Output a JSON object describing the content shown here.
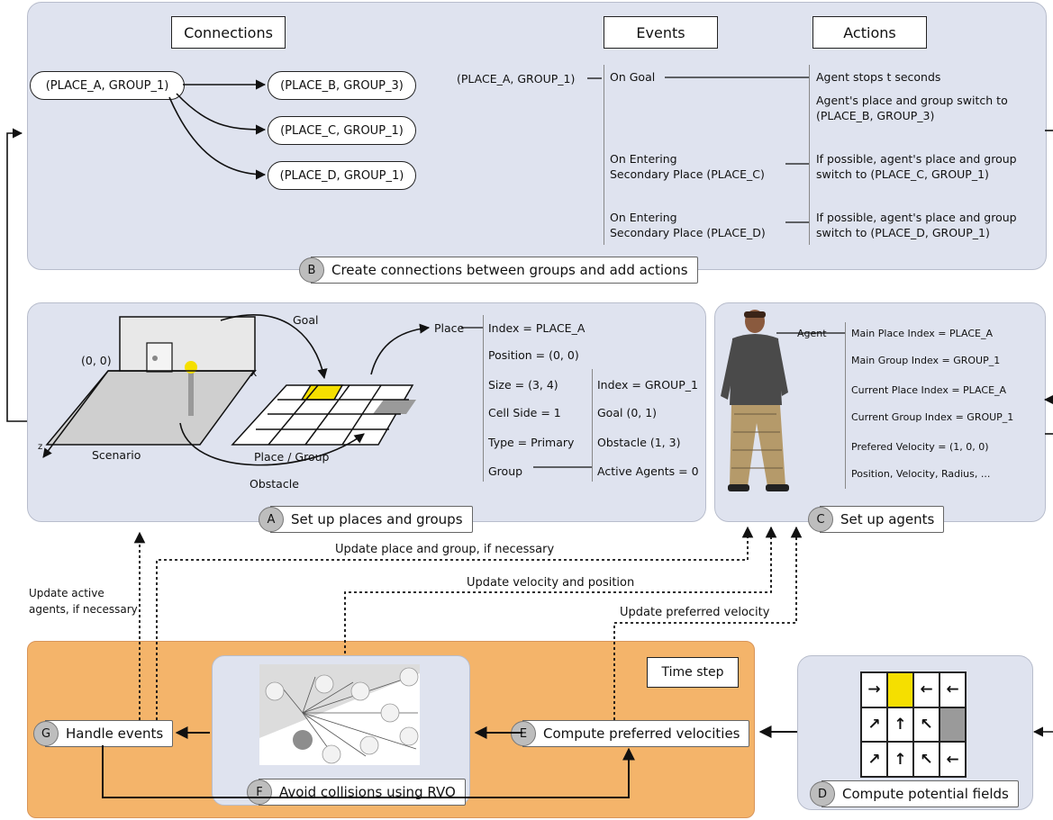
{
  "panel_b": {
    "headers": {
      "connections": "Connections",
      "events": "Events",
      "actions": "Actions"
    },
    "nodes": {
      "a": "(PLACE_A, GROUP_1)",
      "b": "(PLACE_B, GROUP_3)",
      "c": "(PLACE_C, GROUP_1)",
      "d": "(PLACE_D, GROUP_1)"
    },
    "event_source": "(PLACE_A, GROUP_1)",
    "events": {
      "on_goal": "On Goal",
      "entering_c_1": "On Entering",
      "entering_c_2": "Secondary Place (PLACE_C)",
      "entering_d_1": "On Entering",
      "entering_d_2": "Secondary Place (PLACE_D)"
    },
    "actions": {
      "stop": "Agent stops t seconds",
      "switch_b_1": "Agent's place and group switch to",
      "switch_b_2": "(PLACE_B, GROUP_3)",
      "switch_c_1": "If possible, agent's place and group",
      "switch_c_2": "switch to (PLACE_C, GROUP_1)",
      "switch_d_1": "If possible, agent's place and group",
      "switch_d_2": "switch to (PLACE_D, GROUP_1)"
    },
    "label_letter": "B",
    "label": "Create connections between groups and add actions"
  },
  "panel_a": {
    "goal": "Goal",
    "origin": "(0, 0)",
    "x_axis": "x",
    "z_axis": "z",
    "scenario": "Scenario",
    "place_group": "Place / Group",
    "obstacle": "Obstacle",
    "place": "Place",
    "place_props": [
      "Index = PLACE_A",
      "Position = (0, 0)",
      "Size = (3, 4)",
      "Cell Side = 1",
      "Type = Primary"
    ],
    "group": "Group",
    "group_props": [
      "Index = GROUP_1",
      "Goal (0, 1)",
      "Obstacle (1, 3)",
      "Active Agents = 0"
    ],
    "label_letter": "A",
    "label": "Set up places and groups"
  },
  "panel_c": {
    "agent": "Agent",
    "props": [
      "Main Place Index = PLACE_A",
      "Main Group Index = GROUP_1",
      "Current Place Index = PLACE_A",
      "Current Group Index = GROUP_1",
      "Prefered Velocity = (1, 0, 0)",
      "Position, Velocity, Radius, ..."
    ],
    "label_letter": "C",
    "label": "Set up agents"
  },
  "flows": {
    "update_place": "Update place and group, if necessary",
    "update_velocity": "Update velocity and position",
    "update_preferred": "Update preferred velocity",
    "update_active_1": "Update active",
    "update_active_2": "agents, if necessary"
  },
  "time_step": {
    "title": "Time step",
    "g_letter": "G",
    "g_label": "Handle events",
    "f_letter": "F",
    "f_label": "Avoid collisions using RVO",
    "e_letter": "E",
    "e_label": "Compute preferred velocities"
  },
  "panel_d": {
    "arrows": [
      "→",
      "",
      "←",
      "←",
      "↗",
      "↑",
      "↖",
      "",
      "↗",
      "↑",
      "↖",
      "←"
    ],
    "label_letter": "D",
    "label": "Compute potential fields"
  },
  "colors": {
    "panel": "#dfe3ef",
    "orange": "#f4b46a",
    "highlight": "#f5df00",
    "obstacle": "#9a9a9a"
  }
}
